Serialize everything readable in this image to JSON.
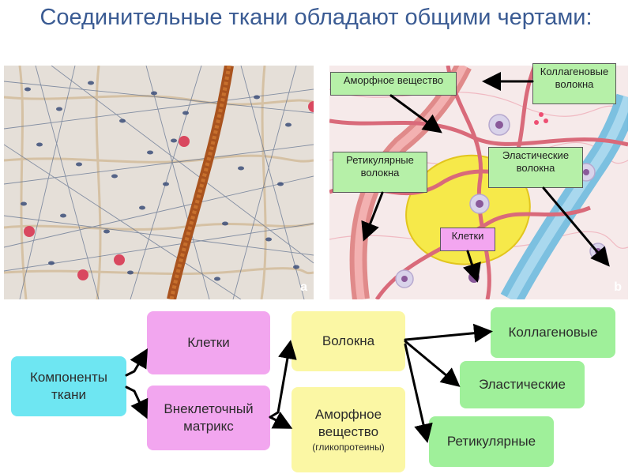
{
  "title": "Соединительные ткани обладают общими чертами:",
  "panel_a": {
    "letter": "a"
  },
  "panel_b": {
    "letter": "b",
    "labels": {
      "amorphous": "Аморфное вещество",
      "collagen": "Коллагеновые волокна",
      "reticular": "Ретикулярные волокна",
      "elastic": "Эластические волокна",
      "cells": "Клетки"
    }
  },
  "diagram": {
    "root": "Компоненты ткани",
    "cells": "Клетки",
    "matrix": "Внеклеточный матрикс",
    "fibers": "Волокна",
    "amorphous": "Аморфное вещество",
    "amorphous_sub": "(гликопротеины)",
    "collagen": "Коллагеновые",
    "elastic": "Эластические",
    "reticular": "Ретикулярные"
  },
  "colors": {
    "title": "#3a5b93",
    "root": "#6ee6f2",
    "level1": "#f2a6ef",
    "level2": "#fbf7a4",
    "level3": "#9ff09a"
  }
}
